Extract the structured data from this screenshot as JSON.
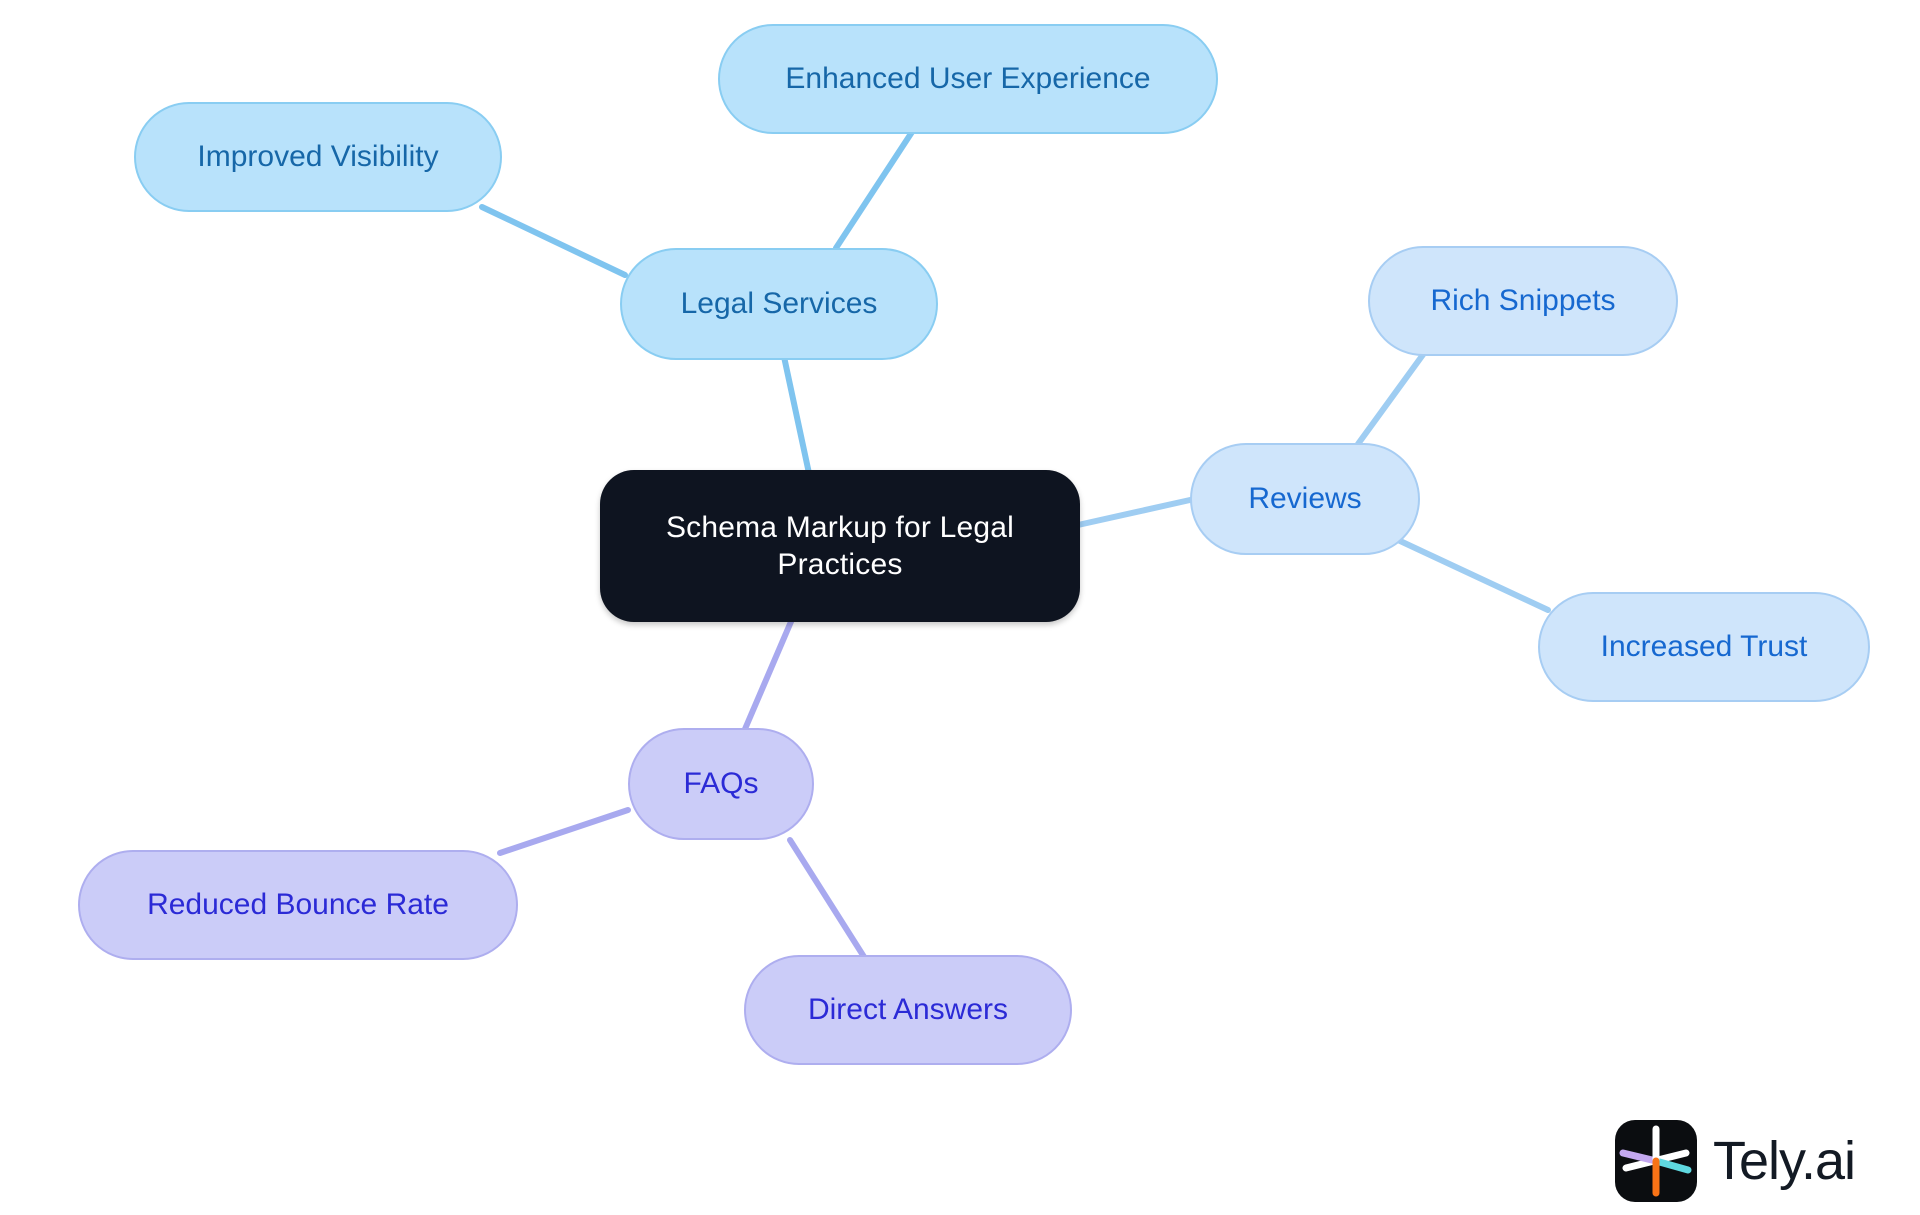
{
  "diagram": {
    "type": "mindmap",
    "title": "Schema Markup for Legal Practices",
    "background": "#ffffff",
    "root": {
      "id": "root",
      "label": "Schema Markup for Legal\nPractices",
      "fill": "#0e1420",
      "text_color": "#ffffff"
    },
    "branches": [
      {
        "id": "legal-services",
        "label": "Legal Services",
        "fill": "#b8e2fb",
        "border": "#89cdf2",
        "text_color": "#1667a8",
        "edge_color": "#7fc4ef",
        "children": [
          {
            "id": "improved-visibility",
            "label": "Improved Visibility"
          },
          {
            "id": "enhanced-user-experience",
            "label": "Enhanced User Experience"
          }
        ]
      },
      {
        "id": "reviews",
        "label": "Reviews",
        "fill": "#cfe5fb",
        "border": "#a7cdf3",
        "text_color": "#1668d0",
        "edge_color": "#9fcdf2",
        "children": [
          {
            "id": "rich-snippets",
            "label": "Rich Snippets"
          },
          {
            "id": "increased-trust",
            "label": "Increased Trust"
          }
        ]
      },
      {
        "id": "faqs",
        "label": "FAQs",
        "fill": "#cbccf8",
        "border": "#aeaeef",
        "text_color": "#2b2ad6",
        "edge_color": "#a8a9ef",
        "children": [
          {
            "id": "reduced-bounce-rate",
            "label": "Reduced Bounce Rate"
          },
          {
            "id": "direct-answers",
            "label": "Direct Answers"
          }
        ]
      }
    ],
    "edges": [
      {
        "from": "root",
        "to": "legal-services",
        "color": "#7fc4ef"
      },
      {
        "from": "legal-services",
        "to": "improved-visibility",
        "color": "#7fc4ef"
      },
      {
        "from": "legal-services",
        "to": "enhanced-user-experience",
        "color": "#7fc4ef"
      },
      {
        "from": "root",
        "to": "reviews",
        "color": "#9fcdf2"
      },
      {
        "from": "reviews",
        "to": "rich-snippets",
        "color": "#9fcdf2"
      },
      {
        "from": "reviews",
        "to": "increased-trust",
        "color": "#9fcdf2"
      },
      {
        "from": "root",
        "to": "faqs",
        "color": "#a8a9ef"
      },
      {
        "from": "faqs",
        "to": "reduced-bounce-rate",
        "color": "#a8a9ef"
      },
      {
        "from": "faqs",
        "to": "direct-answers",
        "color": "#a8a9ef"
      }
    ]
  },
  "logo": {
    "wordmark": "Tely.ai",
    "mark_background": "#0b0d10",
    "mark_colors": {
      "vertical_top": "#ffffff",
      "vertical_bottom": "#f97316",
      "diagonal_upper_left": "#c4a8f0",
      "diagonal_lower_right": "#5fd8e0",
      "diagonal_white": "#ffffff"
    }
  }
}
